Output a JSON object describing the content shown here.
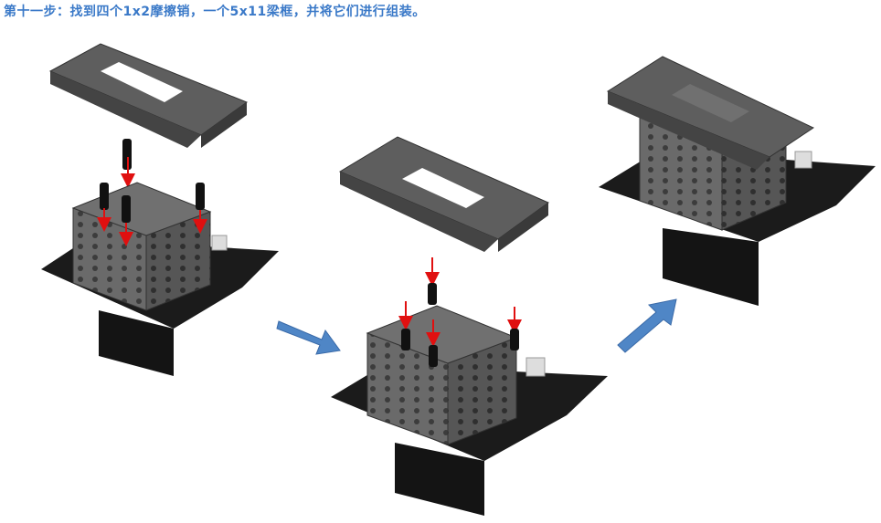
{
  "instruction": {
    "text": "第十一步：找到四个1x2摩擦销，一个5x11梁框，并将它们进行组装。"
  },
  "colors": {
    "title": "#3a79c8",
    "arrow_flow": "#4f86c6",
    "arrow_insert": "#e01010",
    "beam": "#5a5a5a",
    "board": "#1a1a1a",
    "pin": "#111111"
  },
  "steps": [
    {
      "name": "step-1-parts-separate"
    },
    {
      "name": "step-2-pins-inserted"
    },
    {
      "name": "step-3-frame-attached"
    }
  ]
}
